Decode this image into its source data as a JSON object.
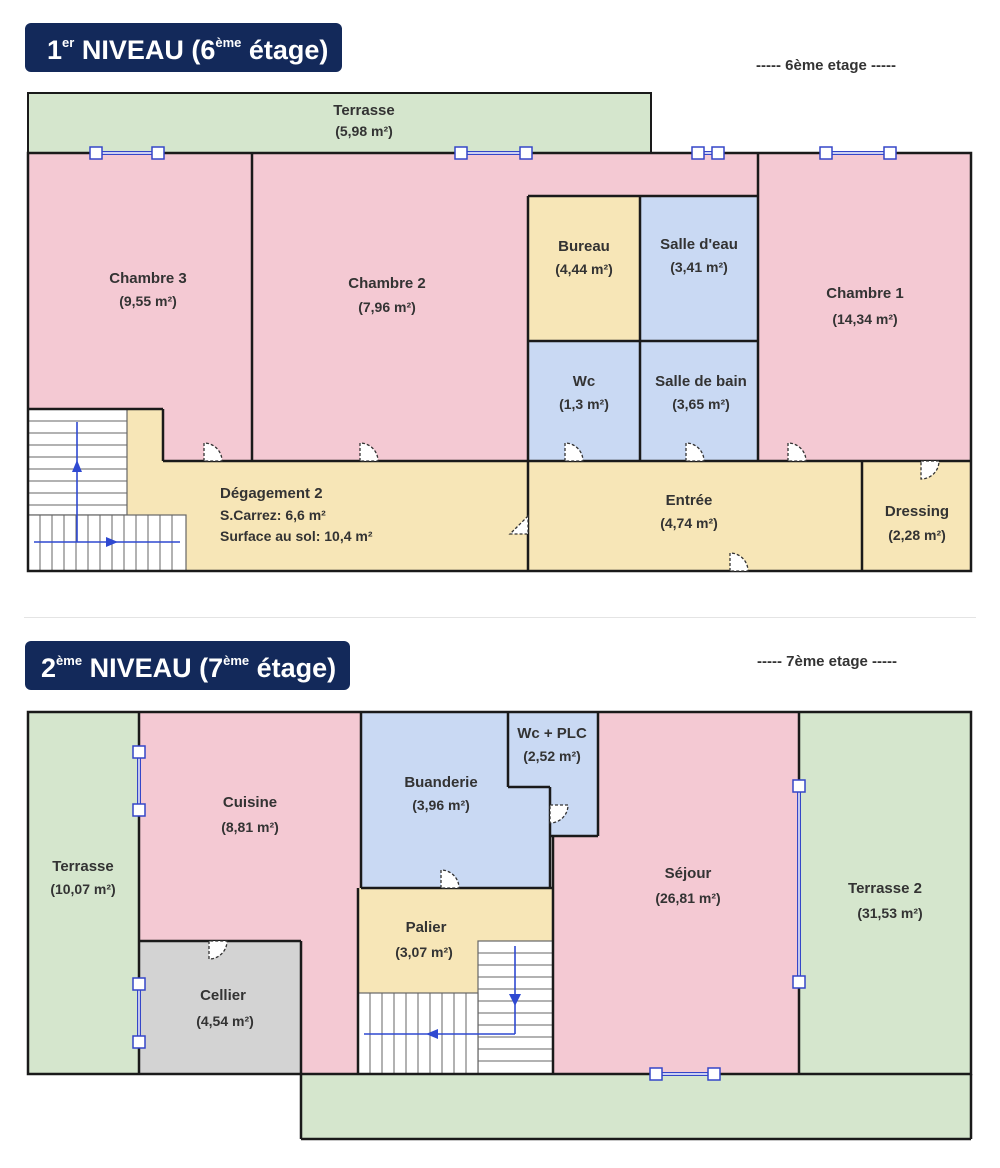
{
  "level1": {
    "title_num": "1",
    "title_sup": "er",
    "title_main": " NIVEAU (6",
    "title_sup2": "ème",
    "title_end": " étage)",
    "floor_label": "----- 6ème etage -----",
    "rooms": {
      "terrasse": {
        "name": "Terrasse",
        "area": "(5,98 m²)"
      },
      "chambre3": {
        "name": "Chambre 3",
        "area": "(9,55 m²)"
      },
      "chambre2": {
        "name": "Chambre 2",
        "area": "(7,96 m²)"
      },
      "bureau": {
        "name": "Bureau",
        "area": "(4,44 m²)"
      },
      "salle_eau": {
        "name": "Salle d'eau",
        "area": "(3,41 m²)"
      },
      "chambre1": {
        "name": "Chambre 1",
        "area": "(14,34 m²)"
      },
      "wc": {
        "name": "Wc",
        "area": "(1,3 m²)"
      },
      "salle_bain": {
        "name": "Salle de bain",
        "area": "(3,65 m²)"
      },
      "degagement2": {
        "name": "Dégagement 2",
        "carrez": "S.Carrez: 6,6 m²",
        "surface_sol": "Surface au sol: 10,4 m²"
      },
      "entree": {
        "name": "Entrée",
        "area": "(4,74 m²)"
      },
      "dressing": {
        "name": "Dressing",
        "area": "(2,28 m²)"
      }
    }
  },
  "level2": {
    "title_num": "2",
    "title_sup": "ème",
    "title_main": " NIVEAU (7",
    "title_sup2": "ème",
    "title_end": " étage)",
    "floor_label": "----- 7ème etage -----",
    "rooms": {
      "terrasse": {
        "name": "Terrasse",
        "area": "(10,07 m²)"
      },
      "cuisine": {
        "name": "Cuisine",
        "area": "(8,81 m²)"
      },
      "buanderie": {
        "name": "Buanderie",
        "area": "(3,96 m²)"
      },
      "wc_plc": {
        "name": "Wc + PLC",
        "area": "(2,52 m²)"
      },
      "sejour": {
        "name": "Séjour",
        "area": "(26,81 m²)"
      },
      "terrasse2": {
        "name": "Terrasse 2",
        "area": "(31,53 m²)"
      },
      "palier": {
        "name": "Palier",
        "area": "(3,07 m²)"
      },
      "cellier": {
        "name": "Cellier",
        "area": "(4,54 m²)"
      }
    }
  },
  "colors": {
    "bedroom_pink": "#f4c9d3",
    "bath_blue": "#c9d9f3",
    "hall_yellow": "#f7e6b7",
    "terrace_green": "#d5e6cd",
    "storage_grey": "#d3d3d3",
    "title_navy": "#13295a",
    "window_blue": "#3546c8"
  },
  "icons": {
    "window": "window-icon",
    "door": "door-swing-icon",
    "stairs": "staircase-icon"
  }
}
